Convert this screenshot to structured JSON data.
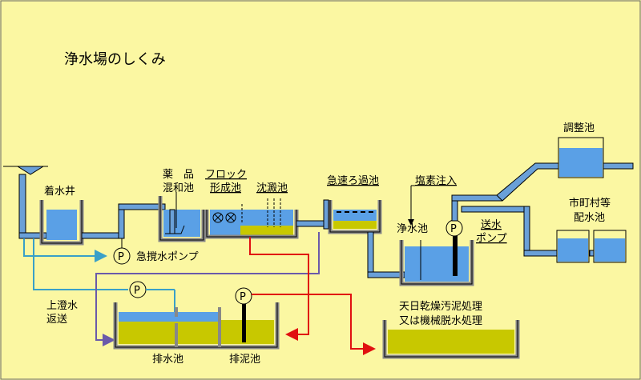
{
  "title": "浄水場のしくみ",
  "labels": {
    "receiving_well": "着水井",
    "chemical_mixing_1": "薬　品",
    "chemical_mixing_2": "混和池",
    "floc_1": "フロック",
    "floc_2": "形成池",
    "sedimentation": "沈澱池",
    "rapid_filter": "急速ろ過池",
    "chlorine": "塩素注入",
    "clear_well": "浄水池",
    "pump_1": "送水",
    "pump_2": "ポンプ",
    "regulating": "調整池",
    "distribution_1": "市町村等",
    "distribution_2": "配水池",
    "rapid_mixing_pump": "急撹水ポンプ",
    "supernatant_1": "上澄水",
    "supernatant_2": "返送",
    "drain_basin": "排水池",
    "sludge_basin": "排泥池",
    "dewatering_1": "天日乾燥汚泥処理",
    "dewatering_2": "又は機械脱水処理",
    "pump_symbol": "P"
  },
  "colors": {
    "background": "#fbf7a2",
    "pipe_fill": "#6aa0d8",
    "pipe_outline": "#000000",
    "water": "#5aa0e6",
    "sludge": "#c8c800",
    "tank_wall": "#999999",
    "return_line": "#3aa0c8",
    "drain_line": "#6a5aaa",
    "sludge_line": "#e01010"
  }
}
